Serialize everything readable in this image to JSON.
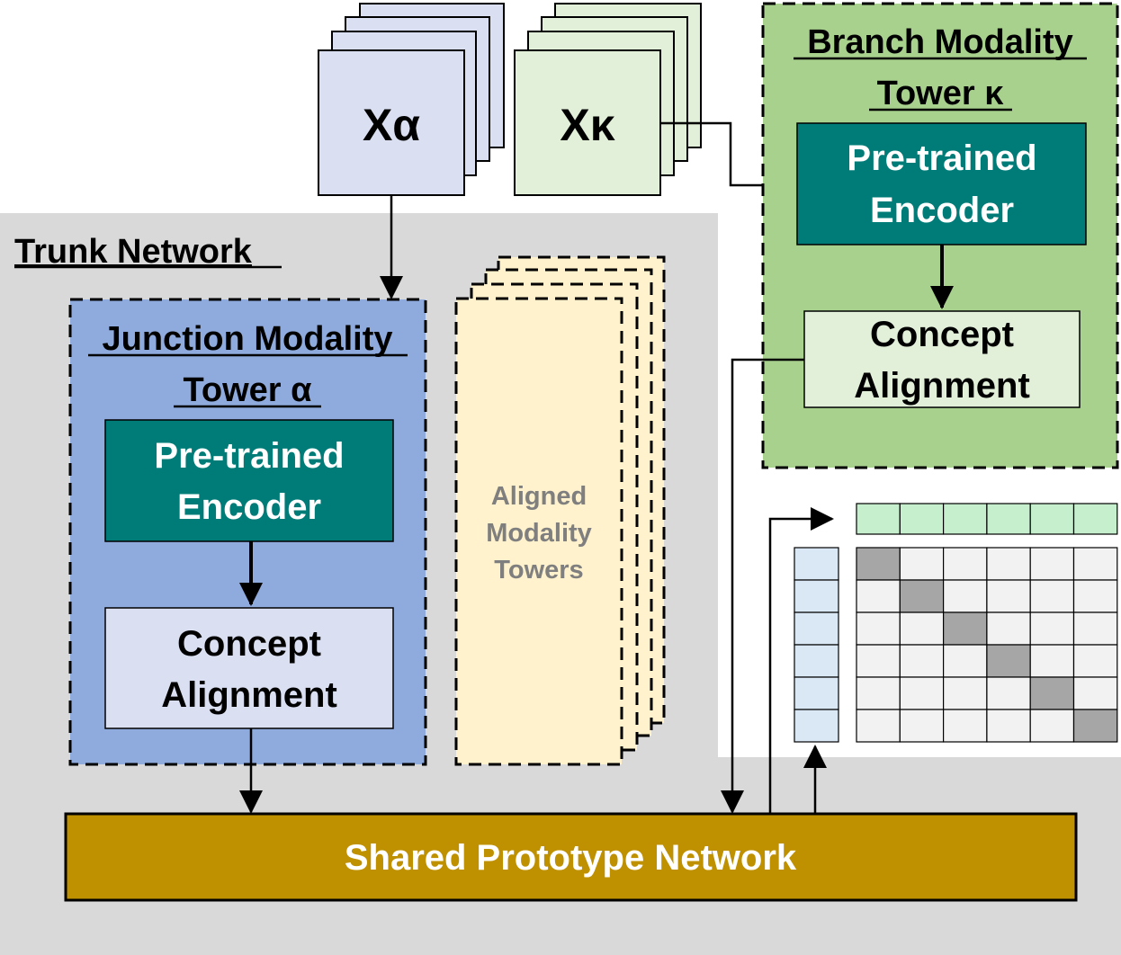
{
  "inputs": {
    "alpha_label": "Xα",
    "kappa_label": "Xκ"
  },
  "trunk": {
    "title": "Trunk Network"
  },
  "junction": {
    "title_line1": "Junction Modality",
    "title_line2": "Tower α",
    "encoder_line1": "Pre-trained",
    "encoder_line2": "Encoder",
    "alignment_line1": "Concept",
    "alignment_line2": "Alignment"
  },
  "aligned_towers": {
    "line1": "Aligned",
    "line2": "Modality",
    "line3": "Towers"
  },
  "branch": {
    "title_line1": "Branch Modality",
    "title_line2": "Tower κ",
    "encoder_line1": "Pre-trained",
    "encoder_line2": "Encoder",
    "alignment_line1": "Concept",
    "alignment_line2": "Alignment"
  },
  "shared": {
    "label": "Shared Prototype Network"
  },
  "similarity_matrix": {
    "rows": 6,
    "cols": 6
  },
  "colors": {
    "trunk_bg": "#d9d9d9",
    "junction_bg": "#8faadc",
    "encoder_bg": "#007c78",
    "alignment_junction_bg": "#dae0f2",
    "aligned_towers_bg": "#fff2cc",
    "branch_bg": "#a9d18e",
    "alignment_branch_bg": "#e2efd9",
    "shared_bg": "#bf9000",
    "input_alpha_bg": "#dae0f2",
    "input_kappa_bg": "#e2efd9",
    "matrix_cell": "#f2f2f2",
    "matrix_diag": "#a6a6a6",
    "matrix_top_vec": "#c6efce",
    "matrix_left_vec": "#dae8f5"
  }
}
